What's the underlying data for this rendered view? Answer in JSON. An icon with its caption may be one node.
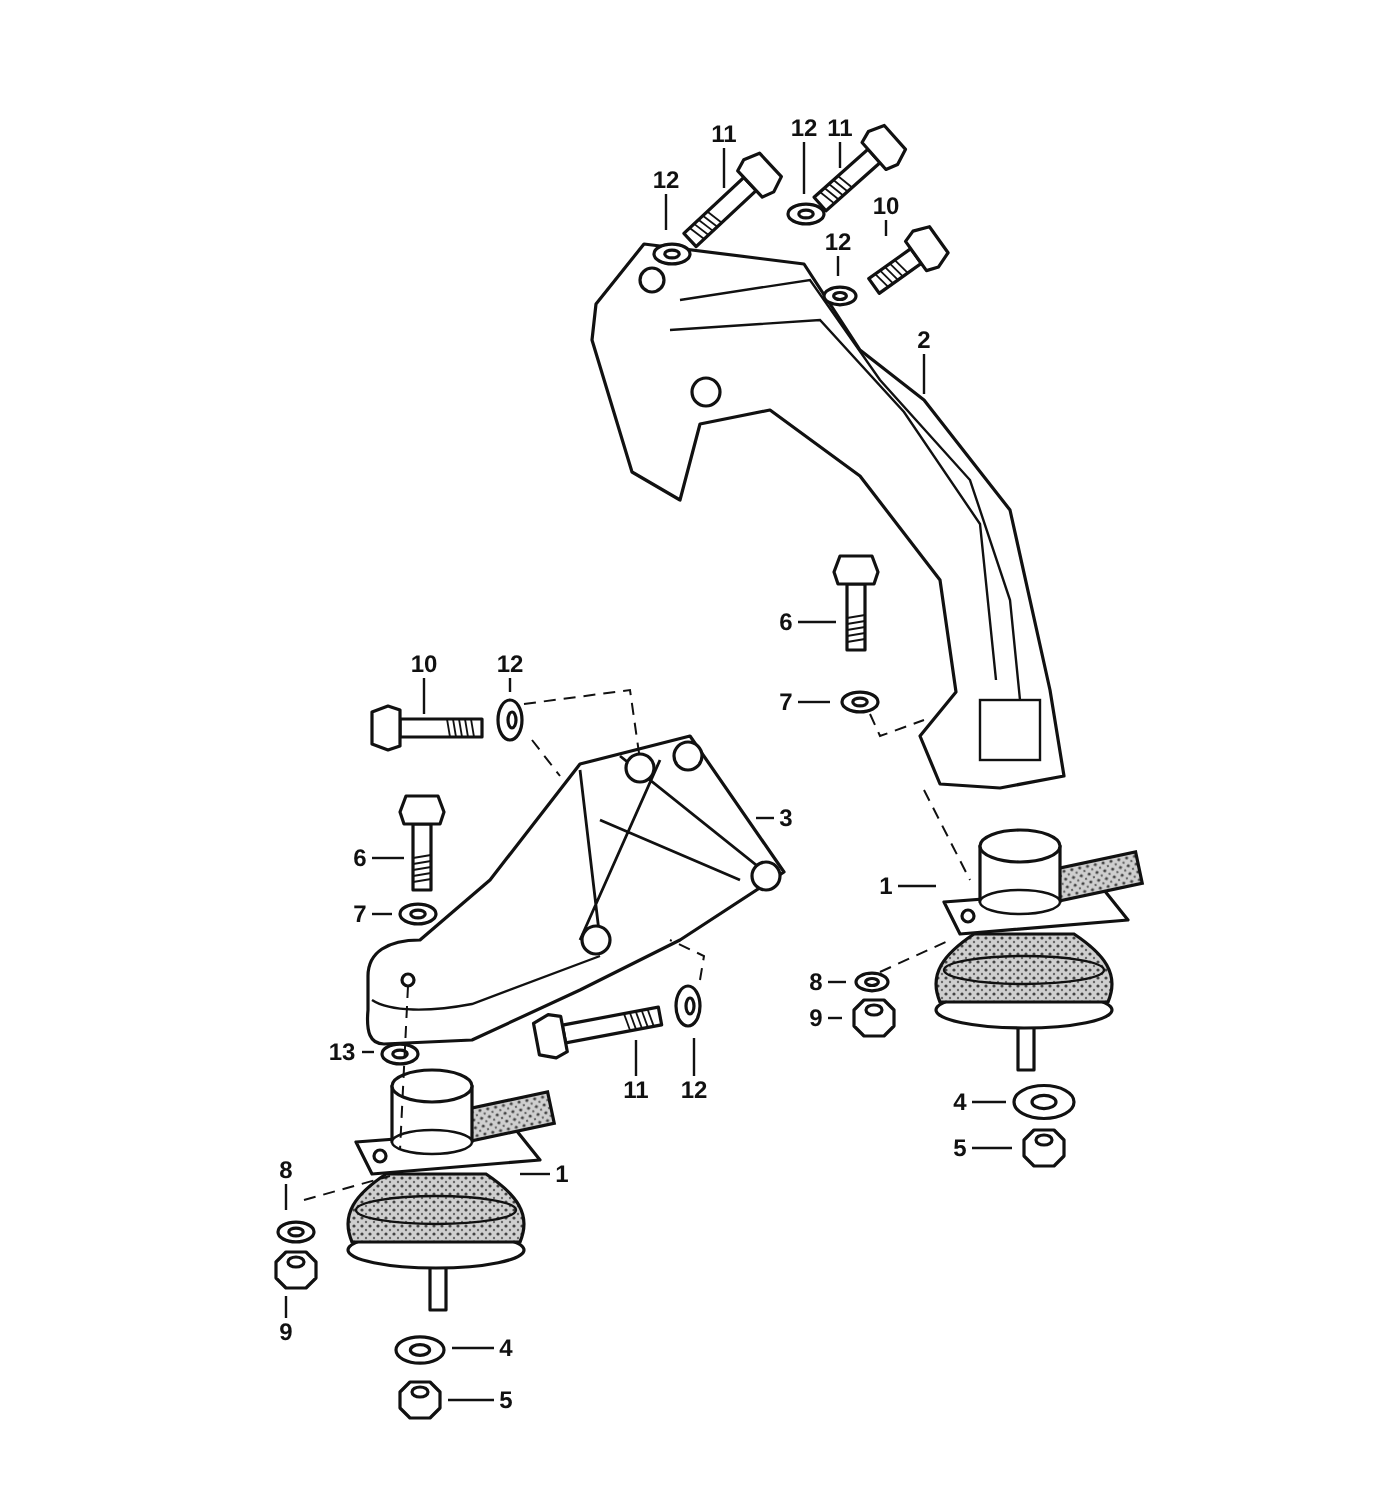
{
  "diagram": {
    "nodes": [
      {
        "text": [
          "11"
        ]
      },
      {
        "text": [
          "12"
        ]
      },
      {
        "text": [
          "11"
        ]
      },
      {
        "text": [
          "12"
        ]
      },
      {
        "text": [
          "10"
        ]
      },
      {
        "text": [
          "12"
        ]
      },
      {
        "text": [
          "2"
        ]
      },
      {
        "text": [
          "10"
        ]
      },
      {
        "text": [
          "12"
        ]
      },
      {
        "text": [
          "6"
        ]
      },
      {
        "text": [
          "7"
        ]
      },
      {
        "text": [
          "3"
        ]
      },
      {
        "text": [
          "6"
        ]
      },
      {
        "text": [
          "1"
        ]
      },
      {
        "text": [
          "7"
        ]
      },
      {
        "text": [
          "8"
        ]
      },
      {
        "text": [
          "9"
        ]
      },
      {
        "text": [
          "13"
        ]
      },
      {
        "text": [
          "11"
        ]
      },
      {
        "text": [
          "12"
        ]
      },
      {
        "text": [
          "4"
        ]
      },
      {
        "text": [
          "5"
        ]
      },
      {
        "text": [
          "1"
        ]
      },
      {
        "text": [
          "8"
        ]
      },
      {
        "text": [
          "9"
        ]
      },
      {
        "text": [
          "4"
        ]
      },
      {
        "text": [
          "5"
        ]
      }
    ],
    "edges": [
      {
        "from": 0,
        "to": null,
        "arrow": "none"
      },
      {
        "from": 1,
        "to": null,
        "arrow": "none"
      },
      {
        "from": 2,
        "to": null,
        "arrow": "none"
      },
      {
        "from": 3,
        "to": null,
        "arrow": "none"
      },
      {
        "from": 4,
        "to": null,
        "arrow": "none"
      },
      {
        "from": 5,
        "to": null,
        "arrow": "none"
      },
      {
        "from": 6,
        "to": null,
        "arrow": "none"
      },
      {
        "from": 7,
        "to": null,
        "arrow": "none"
      },
      {
        "from": 8,
        "to": null,
        "arrow": "none"
      },
      {
        "from": 9,
        "to": null,
        "arrow": "none"
      },
      {
        "from": 10,
        "to": null,
        "arrow": "none"
      },
      {
        "from": 11,
        "to": null,
        "arrow": "none"
      },
      {
        "from": 12,
        "to": null,
        "arrow": "none"
      },
      {
        "from": 13,
        "to": null,
        "arrow": "none"
      },
      {
        "from": 14,
        "to": null,
        "arrow": "none"
      },
      {
        "from": 15,
        "to": null,
        "arrow": "none"
      },
      {
        "from": 16,
        "to": null,
        "arrow": "none"
      },
      {
        "from": 17,
        "to": null,
        "arrow": "none"
      },
      {
        "from": 18,
        "to": null,
        "arrow": "none"
      },
      {
        "from": 19,
        "to": null,
        "arrow": "none"
      },
      {
        "from": 20,
        "to": null,
        "arrow": "none"
      },
      {
        "from": 21,
        "to": null,
        "arrow": "none"
      },
      {
        "from": 22,
        "to": null,
        "arrow": "none"
      },
      {
        "from": 23,
        "to": null,
        "arrow": "none"
      },
      {
        "from": 24,
        "to": null,
        "arrow": "none"
      },
      {
        "from": 25,
        "to": null,
        "arrow": "none"
      },
      {
        "from": 26,
        "to": null,
        "arrow": "none"
      }
    ]
  }
}
